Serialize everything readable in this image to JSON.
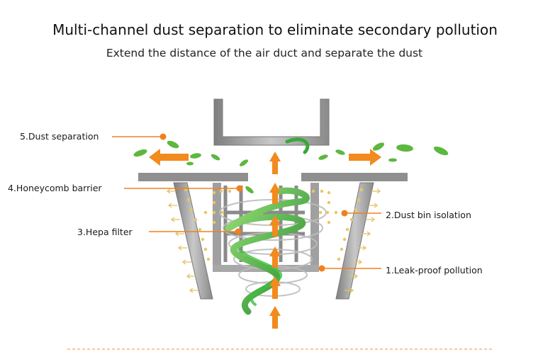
{
  "header": {
    "title": "Multi-channel dust separation to eliminate secondary pollution",
    "subtitle": "Extend the distance of the air duct and separate the dust"
  },
  "callouts": [
    {
      "id": "dust-separation",
      "text": "5.Dust separation"
    },
    {
      "id": "honeycomb-barrier",
      "text": "4.Honeycomb barrier"
    },
    {
      "id": "hepa-filter",
      "text": "3.Hepa filter"
    },
    {
      "id": "dust-bin-isolation",
      "text": "2.Dust bin isolation"
    },
    {
      "id": "leak-proof-pollution",
      "text": "1.Leak-proof pollution"
    }
  ],
  "colors": {
    "callout_line": "#f08020",
    "arrow": "#f28a1e",
    "metal": "#9a9a9a",
    "leaf": "#4caf3a",
    "dots": "#e8c860",
    "divider": "#f2a86a"
  }
}
